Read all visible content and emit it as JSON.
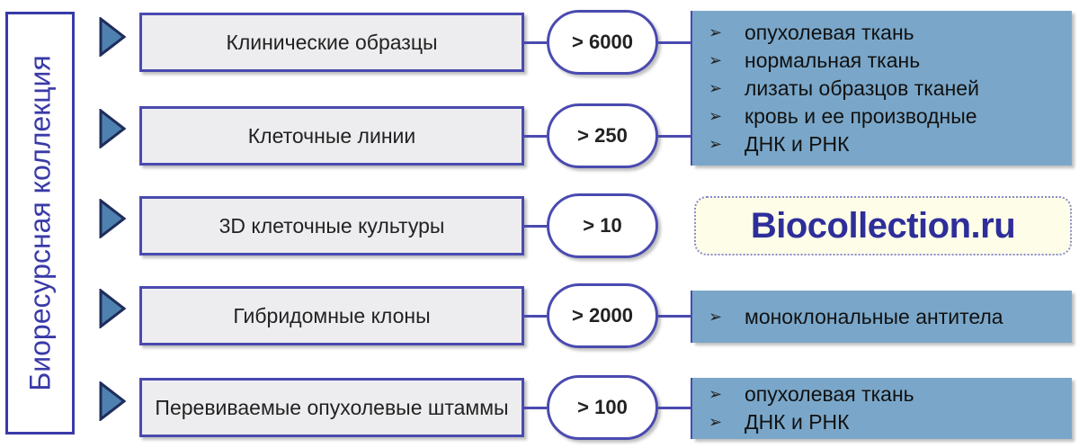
{
  "vertical_label": "Биоресурсная коллекция",
  "rows": [
    {
      "label": "Клинические образцы",
      "count": "> 6000"
    },
    {
      "label": "Клеточные линии",
      "count": "> 250"
    },
    {
      "label": "3D клеточные культуры",
      "count": "> 10"
    },
    {
      "label": "Гибридомные клоны",
      "count": "> 2000"
    },
    {
      "label": "Перевиваемые опухолевые штаммы",
      "count": "> 100"
    }
  ],
  "info_boxes": [
    {
      "items": [
        "опухолевая ткань",
        "нормальная ткань",
        "лизаты образцов тканей",
        "кровь и ее производные",
        "ДНК и РНК"
      ]
    },
    {
      "items": [
        "моноклональные антитела"
      ]
    },
    {
      "items": [
        "опухолевая ткань",
        "ДНК и РНК"
      ]
    }
  ],
  "site": "Biocollection.ru",
  "bullet_glyph": "➢",
  "colors": {
    "accent": "#4a4ab0",
    "info_bg": "#7aa7c9",
    "site_bg": "#fdfde8",
    "site_text": "#2e2e9a"
  }
}
